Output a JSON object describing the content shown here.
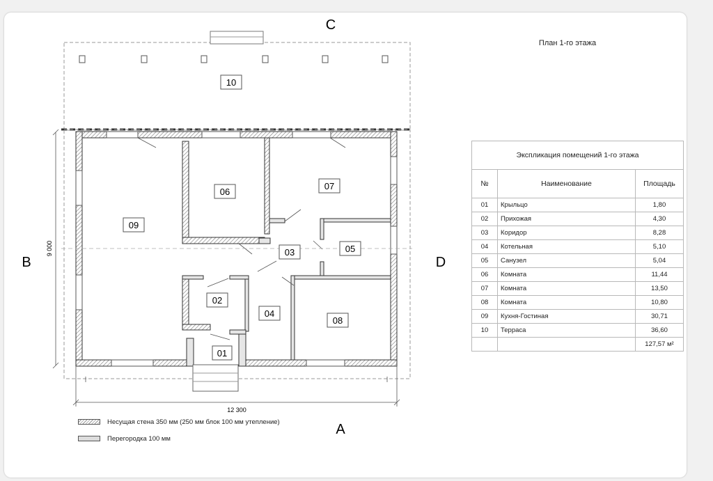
{
  "plan": {
    "title": "План 1-го этажа",
    "axes": {
      "top": "C",
      "bottom": "A",
      "left": "B",
      "right": "D"
    },
    "dim_width": "12 300",
    "dim_height": "9 000",
    "room_labels": [
      "01",
      "02",
      "03",
      "04",
      "05",
      "06",
      "07",
      "08",
      "09",
      "10"
    ]
  },
  "explication": {
    "caption": "Экспликация помещений 1-го этажа",
    "headers": {
      "num": "№",
      "name": "Наименование",
      "area": "Площадь"
    },
    "rows": [
      {
        "num": "01",
        "name": "Крыльцо",
        "area": "1,80"
      },
      {
        "num": "02",
        "name": "Прихожая",
        "area": "4,30"
      },
      {
        "num": "03",
        "name": "Коридор",
        "area": "8,28"
      },
      {
        "num": "04",
        "name": "Котельная",
        "area": "5,10"
      },
      {
        "num": "05",
        "name": "Санузел",
        "area": "5,04"
      },
      {
        "num": "06",
        "name": "Комната",
        "area": "11,44"
      },
      {
        "num": "07",
        "name": "Комната",
        "area": "13,50"
      },
      {
        "num": "08",
        "name": "Комната",
        "area": "10,80"
      },
      {
        "num": "09",
        "name": "Кухня-Гостиная",
        "area": "30,71"
      },
      {
        "num": "10",
        "name": "Терраса",
        "area": "36,60"
      }
    ],
    "total": {
      "num": "",
      "name": "",
      "area": "127,57 м²"
    }
  },
  "legend": {
    "bearing_wall": "Несущая стена 350 мм (250 мм блок 100 мм утепление)",
    "partition": "Перегородка 100 мм"
  }
}
